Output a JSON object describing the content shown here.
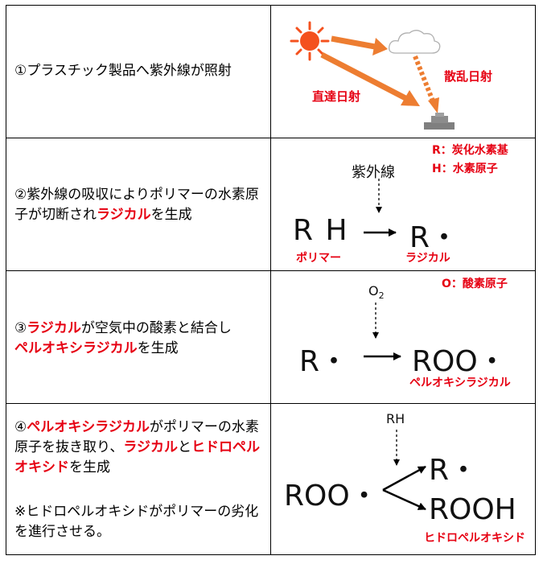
{
  "rows": [
    {
      "step_text": "①プラスチック製品へ紫外線が照射",
      "direct_label": "直達日射",
      "scatter_label": "散乱日射"
    },
    {
      "step_prefix": "②紫外線の吸収によりポリマーの水素原子が切断され",
      "step_red": "ラジカル",
      "step_suffix": "を生成",
      "legend_r": "R：炭化水素基",
      "legend_h": "H：水素原子",
      "uv_label": "紫外線",
      "lhs": "R H",
      "rhs": "R・",
      "lhs_label": "ポリマー",
      "rhs_label": "ラジカル"
    },
    {
      "step_num": "③",
      "step_red1": "ラジカル",
      "step_mid": "が空気中の酸素と結合し",
      "step_red2": "ペルオキシラジカル",
      "step_suffix": "を生成",
      "legend_o": "O：酸素原子",
      "reagent": "O",
      "reagent_sub": "2",
      "lhs": "R・",
      "rhs": "ROO・",
      "rhs_label": "ペルオキシラジカル"
    },
    {
      "step_num": "④",
      "step_red1": "ペルオキシラジカル",
      "step_mid": "がポリマーの水素原子を抜き取り、",
      "step_red2": "ラジカル",
      "step_and": "と",
      "step_red3": "ヒドロペルオキシド",
      "step_suffix": "を生成",
      "note": "※ヒドロペルオキシドがポリマーの劣化を進行させる。",
      "reagent": "RH",
      "lhs": "ROO・",
      "product1": "R・",
      "product2": "ROOH",
      "product2_label": "ヒドロペルオキシド"
    }
  ],
  "colors": {
    "accent_red": "#e60012",
    "arrow_orange": "#ed7d31",
    "sun": "#f4511e"
  }
}
